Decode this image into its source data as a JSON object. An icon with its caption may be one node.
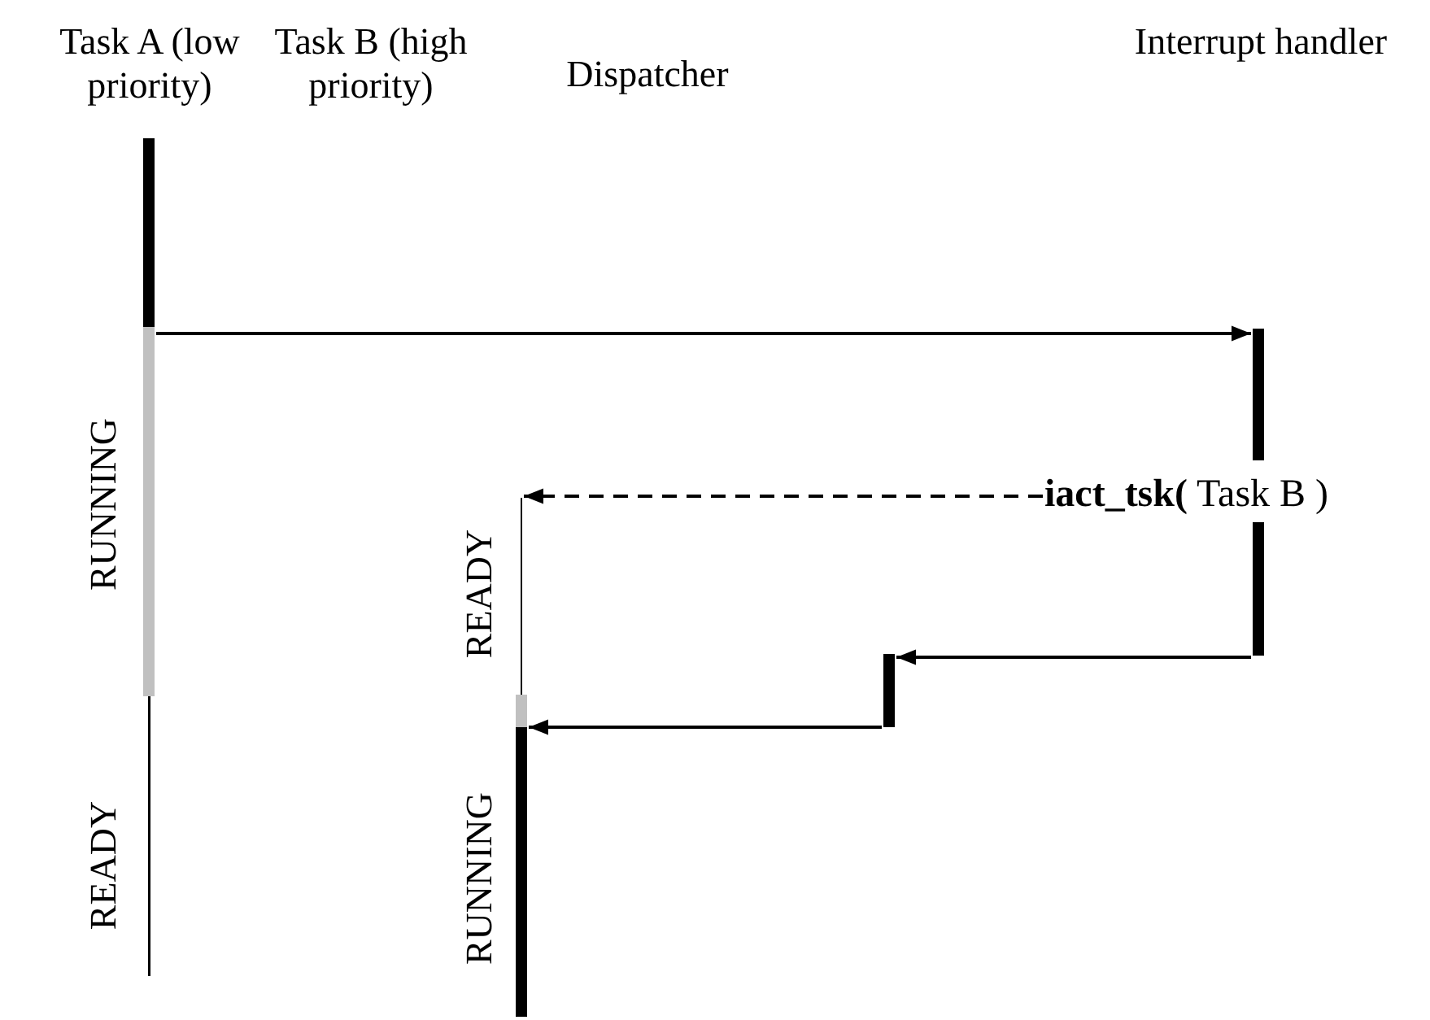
{
  "diagram": {
    "nodes": [
      {
        "text": [],
        "shape": "bar"
      },
      {
        "text": [],
        "shape": "bar"
      },
      {
        "text": [
          "**iact_tsk(** Task B )"
        ]
      },
      {
        "text": [],
        "shape": "bar"
      },
      {
        "text": [],
        "shape": "bar"
      },
      {
        "text": [],
        "shape": "bar"
      }
    ],
    "edges": [
      {
        "from": 0,
        "to": 1,
        "arrow": "to"
      },
      {
        "from": 2,
        "to": 3,
        "arrow": "to",
        "style": "dashed"
      },
      {
        "from": 1,
        "to": 4,
        "arrow": "to"
      },
      {
        "from": 4,
        "to": 5,
        "arrow": "to"
      }
    ],
    "labels": [
      "Task A (low priority)",
      "Task B (high priority)",
      "Dispatcher",
      "Interrupt handler",
      "RUNNING",
      "READY",
      "READY",
      "RUNNING"
    ]
  }
}
